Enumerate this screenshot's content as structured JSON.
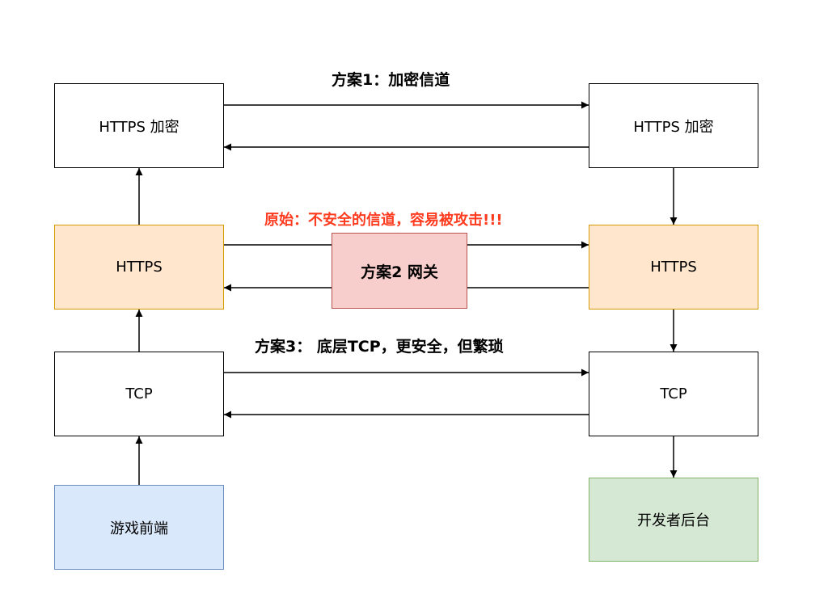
{
  "diagram": {
    "labels": {
      "plan1": "方案1：加密信道",
      "original": "原始：不安全的信道，容易被攻击!!!",
      "plan3": "方案3： 底层TCP，更安全，但繁琐"
    },
    "nodes": {
      "left_encrypt": "HTTPS 加密",
      "right_encrypt": "HTTPS 加密",
      "left_https": "HTTPS",
      "right_https": "HTTPS",
      "gateway": "方案2 网关",
      "left_tcp": "TCP",
      "right_tcp": "TCP",
      "client": "游戏前端",
      "server": "开发者后台"
    }
  },
  "colors": {
    "https_fill": "#ffe6cc",
    "https_stroke": "#d79b00",
    "client_fill": "#dae8fc",
    "server_fill": "#d5e8d4",
    "gateway_fill": "#f8cecc",
    "warning_text": "#ff3b1f"
  }
}
